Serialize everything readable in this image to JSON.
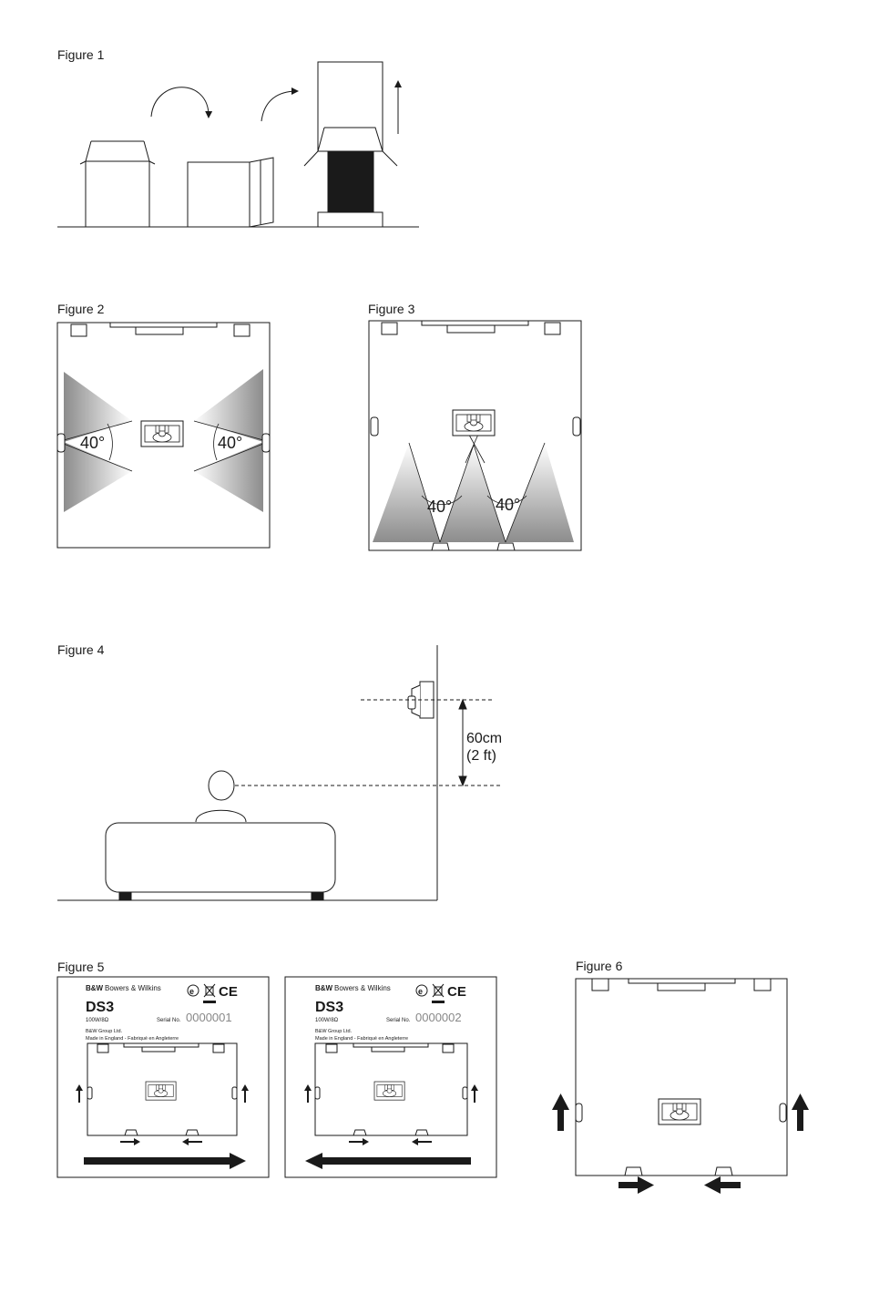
{
  "figures": {
    "fig1": {
      "label": "Figure 1"
    },
    "fig2": {
      "label": "Figure 2",
      "angle_left": "40°",
      "angle_right": "40°"
    },
    "fig3": {
      "label": "Figure 3",
      "angle_left": "40°",
      "angle_right": "40°"
    },
    "fig4": {
      "label": "Figure 4",
      "distance_line1": "60cm",
      "distance_line2": "(2 ft)"
    },
    "fig5": {
      "label": "Figure 5",
      "plates": [
        {
          "brand": "Bowers & Wilkins",
          "brand_mark": "B&W",
          "model": "DS3",
          "rating": "100W/8Ω",
          "serial_label": "Serial No.",
          "serial": "0000001",
          "company": "B&W Group Ltd.",
          "origin": "Made in England - Fabriqué en Angleterre"
        },
        {
          "brand": "Bowers & Wilkins",
          "brand_mark": "B&W",
          "model": "DS3",
          "rating": "100W/8Ω",
          "serial_label": "Serial No.",
          "serial": "0000002",
          "company": "B&W Group Ltd.",
          "origin": "Made in England - Fabriqué en Angleterre"
        }
      ]
    },
    "fig6": {
      "label": "Figure 6"
    }
  },
  "colors": {
    "ink": "#1a1a1a",
    "shade": "#9a9a9a"
  }
}
